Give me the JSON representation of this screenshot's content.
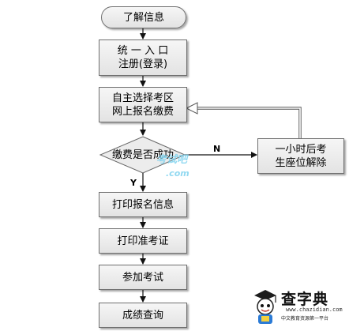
{
  "nodes": {
    "start": "了解信息",
    "step1_line1": "统 一 入 口",
    "step1_line2": "注册(登录)",
    "step2_line1": "自主选择考区",
    "step2_line2": "网上报名缴费",
    "decision": "缴费是否成功",
    "side_line1": "一小时后考",
    "side_line2": "生座位解除",
    "step3": "打印报名信息",
    "step4": "打印准考证",
    "step5": "参加考试",
    "step6": "成绩查询"
  },
  "edge_labels": {
    "no": "N",
    "yes": "Y"
  },
  "watermark": {
    "text": "考试吧",
    "sub": ".com"
  },
  "logo": {
    "title": "查字典",
    "url": "www.chazidian.com",
    "slogan": "中文教育资源第一平台"
  },
  "colors": {
    "box_border": "#6f6f6f",
    "box_fill": "#eeeeee",
    "watermark": "#7fd3ef"
  }
}
